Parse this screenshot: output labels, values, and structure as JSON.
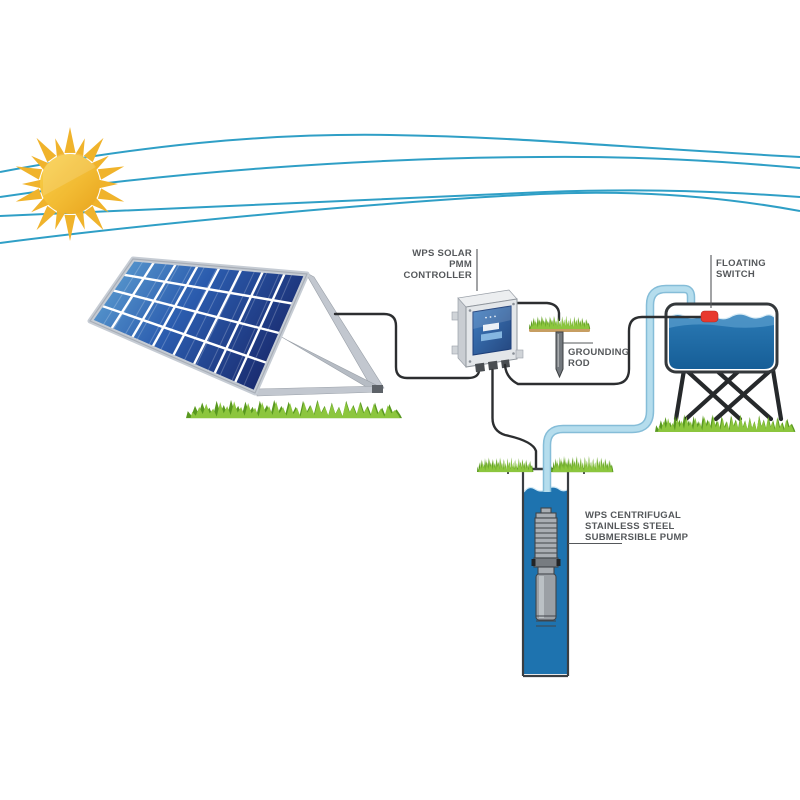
{
  "scene": {
    "type": "solar-water-pumping-system-diagram",
    "labels": {
      "controller": {
        "lines": [
          "WPS SOLAR",
          "PMM",
          "CONTROLLER"
        ]
      },
      "grounding": {
        "lines": [
          "GROUNDING",
          "ROD"
        ]
      },
      "floating": {
        "lines": [
          "FLOATING",
          "SWITCH"
        ]
      },
      "pump": {
        "lines": [
          "WPS CENTRIFUGAL",
          "STAINLESS STEEL",
          "SUBMERSIBLE PUMP"
        ]
      }
    },
    "components": {
      "sun": "sun",
      "sky_lines": "sky lines",
      "solar_panel": "solar panel array",
      "controller": "WPS Solar PMM Controller",
      "grounding_rod": "grounding rod",
      "water_tank": "elevated water tank",
      "floating_switch": "floating switch",
      "pipe": "water delivery pipe",
      "well": "borehole well",
      "pump": "WPS centrifugal stainless steel submersible pump"
    },
    "colors": {
      "sky_line": "#2f9fc6",
      "sun_light": "#f9d049",
      "sun_dark": "#e8a41e",
      "ray": "#f0b32b",
      "panel_light": "#66abd8",
      "panel_mid": "#2b5cae",
      "panel_dark": "#1a2c70",
      "frame_gray": "#c6ccd4",
      "wire": "#2c2e30",
      "pipe_fill": "#b5dded",
      "pipe_edge": "#85bdd8",
      "water": "#1b6dad",
      "water_light": "#4f95c6",
      "grass_dark": "#58981f",
      "grass_light": "#8cc63e",
      "soil": "#c79e62",
      "switch_red": "#e8392e",
      "label_text": "#55585b",
      "screen_blue": "#2c5ba6"
    }
  }
}
